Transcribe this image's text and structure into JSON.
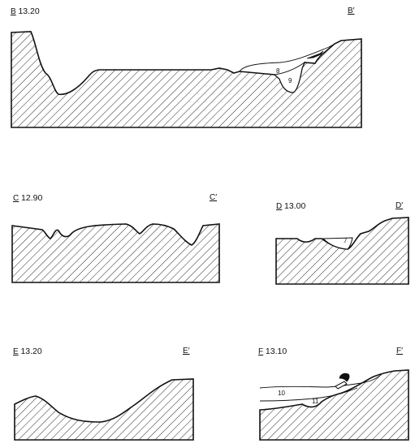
{
  "sections": [
    {
      "id": "B",
      "start_label": "B",
      "end_label": "B′",
      "elevation": "13.20",
      "layer_numbers": [
        "8",
        "9"
      ]
    },
    {
      "id": "C",
      "start_label": "C",
      "end_label": "C′",
      "elevation": "12.90",
      "layer_numbers": []
    },
    {
      "id": "D",
      "start_label": "D",
      "end_label": "D′",
      "elevation": "13.00",
      "layer_numbers": [
        "7"
      ]
    },
    {
      "id": "E",
      "start_label": "E",
      "end_label": "E′",
      "elevation": "13.20",
      "layer_numbers": []
    },
    {
      "id": "F",
      "start_label": "F",
      "end_label": "F′",
      "elevation": "13.10",
      "layer_numbers": [
        "10",
        "11"
      ]
    }
  ],
  "colors": {
    "line": "#111111",
    "hatch": "#111111",
    "background": "#ffffff"
  }
}
